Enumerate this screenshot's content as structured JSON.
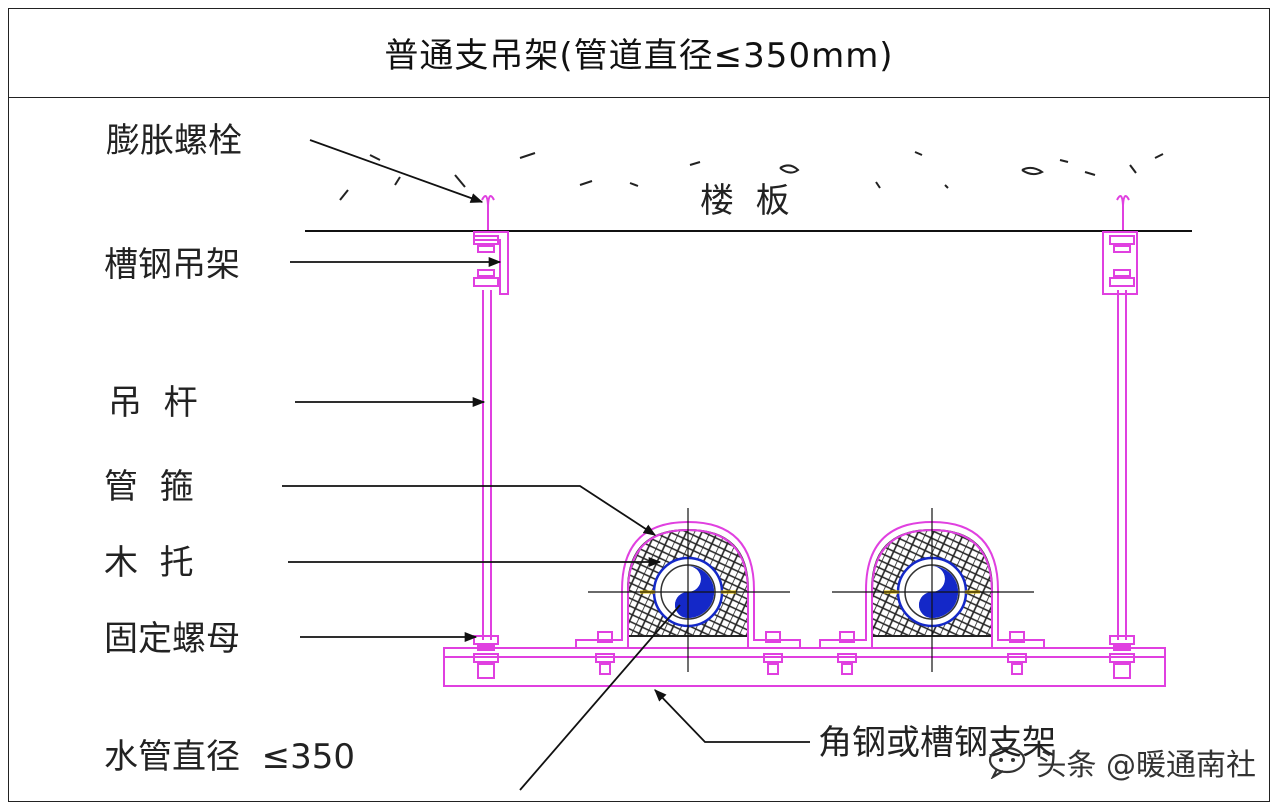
{
  "title": "普通支吊架(管道直径≤350mm)",
  "floor_label": "楼  板",
  "labels": {
    "expansion_bolt": "膨胀螺栓",
    "channel_hanger": "槽钢吊架",
    "hanger_rod": "吊  杆",
    "pipe_clamp": "管  箍",
    "wood_support": "木  托",
    "fixing_nut": "固定螺母",
    "pipe_diameter": "水管直径  ≤350",
    "angle_steel": "角钢或槽钢支架"
  },
  "watermark": {
    "text": "头条 @暖通南社",
    "icon": "speech-bubble-icon"
  },
  "colors": {
    "steel": "#e040e0",
    "pipe": "#1428c8",
    "line": "#111111"
  }
}
